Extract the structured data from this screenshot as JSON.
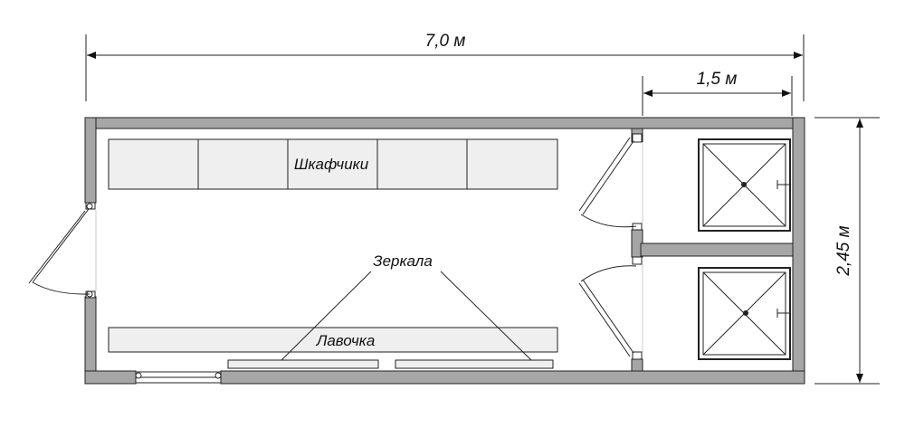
{
  "dimensions": {
    "total_length": "7,0 м",
    "shower_length": "1,5 м",
    "width": "2,45 м"
  },
  "labels": {
    "lockers": "Шкафчики",
    "mirrors": "Зеркала",
    "bench": "Лавочка"
  },
  "colors": {
    "wall": "#a6a6a6",
    "wall_outline": "#222222",
    "furniture": "#efefef",
    "line": "#222222"
  },
  "counts": {
    "lockers": 5,
    "showers": 2
  }
}
